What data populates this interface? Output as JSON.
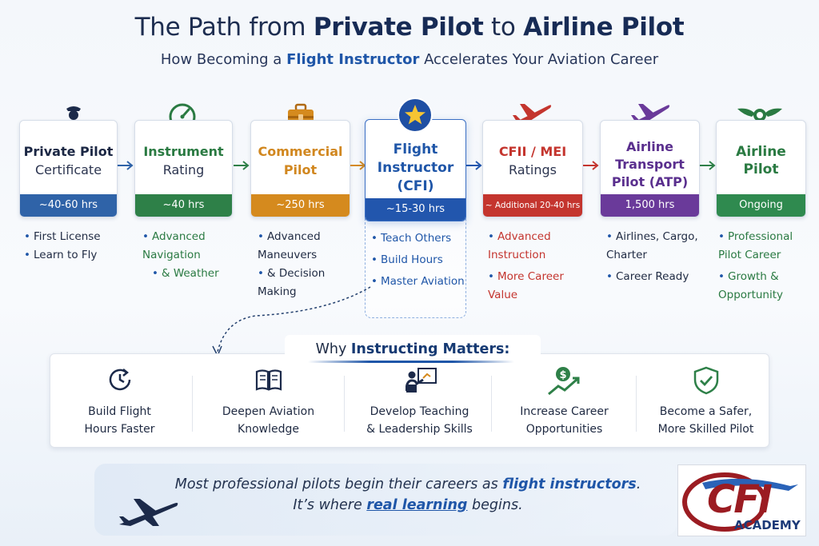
{
  "header": {
    "title_prefix": "The Path from",
    "title_strong_1": "Private Pilot",
    "title_mid": "to",
    "title_strong_2": "Airline Pilot",
    "subtitle_prefix": "How Becoming a",
    "subtitle_strong": "Flight Instructor",
    "subtitle_suffix": "Accelerates Your Aviation Career"
  },
  "steps": [
    {
      "name": "Private Pilot",
      "sub": "Certificate",
      "hours": "~40-60 hrs",
      "color": "#2f63a8",
      "name_color": "#1b2744",
      "icon": "pilot-icon",
      "bullets": [
        "First License",
        "Learn to Fly"
      ]
    },
    {
      "name": "Instrument",
      "sub": "Rating",
      "hours": "~40 hrs",
      "color": "#2e8048",
      "name_color": "#2a7a42",
      "icon": "gauge-icon",
      "bullets": [
        "Advanced Navigation",
        "& Weather"
      ]
    },
    {
      "name": "Commercial",
      "sub": "Pilot",
      "hours": "~250 hrs",
      "color": "#d58a1e",
      "name_color": "#d1871f",
      "icon": "briefcase-icon",
      "bullets": [
        "Advanced Maneuvers",
        "& Decision Making"
      ]
    },
    {
      "name": "Flight Instructor (CFI)",
      "sub": "",
      "hours": "~15-30 hrs",
      "color": "#2256ad",
      "name_color": "#1f56a8",
      "icon": "star-icon",
      "bullets": [
        "Teach Others",
        "Build Hours",
        "Master Aviation"
      ]
    },
    {
      "name": "CFII / MEI",
      "sub": "Ratings",
      "hours": "~ Additional 20-40 hrs",
      "color": "#c4352e",
      "name_color": "#c4352e",
      "icon": "red-plane-icon",
      "bullets": [
        "Advanced Instruction",
        "More Career Value"
      ]
    },
    {
      "name": "Airline Transport Pilot (ATP)",
      "sub": "",
      "hours": "1,500 hrs",
      "color": "#6a3a9a",
      "name_color": "#5a2f8e",
      "icon": "purple-plane-icon",
      "bullets": [
        "Airlines, Cargo, Charter",
        "Career Ready"
      ]
    },
    {
      "name": "Airline Pilot",
      "sub": "",
      "hours": "Ongoing",
      "color": "#2f8a4f",
      "name_color": "#2a7a42",
      "icon": "wings-icon",
      "bullets": [
        "Professional Pilot Career",
        "Growth & Opportunity"
      ]
    }
  ],
  "why": {
    "prefix": "Why",
    "strong": "Instructing Matters:",
    "items": [
      {
        "label_1": "Build Flight",
        "label_2": "Hours Faster",
        "icon": "clock-icon"
      },
      {
        "label_1": "Deepen Aviation",
        "label_2": "Knowledge",
        "icon": "book-icon"
      },
      {
        "label_1": "Develop Teaching",
        "label_2": "& Leadership Skills",
        "icon": "teacher-icon"
      },
      {
        "label_1": "Increase Career",
        "label_2": "Opportunities",
        "icon": "growth-icon"
      },
      {
        "label_1": "Become a Safer,",
        "label_2": "More Skilled Pilot",
        "icon": "shield-icon"
      }
    ]
  },
  "quote": {
    "line1_prefix": "Most professional pilots begin their careers as",
    "line1_strong": "flight instructors",
    "line1_suffix": ".",
    "line2_prefix": "It’s where",
    "line2_strong": "real learning",
    "line2_suffix": "begins."
  },
  "logo": {
    "text_1": "CFI",
    "text_2": "ACADEMY"
  },
  "colors": {
    "accent": "#1f56a8",
    "navy": "#172b55"
  }
}
